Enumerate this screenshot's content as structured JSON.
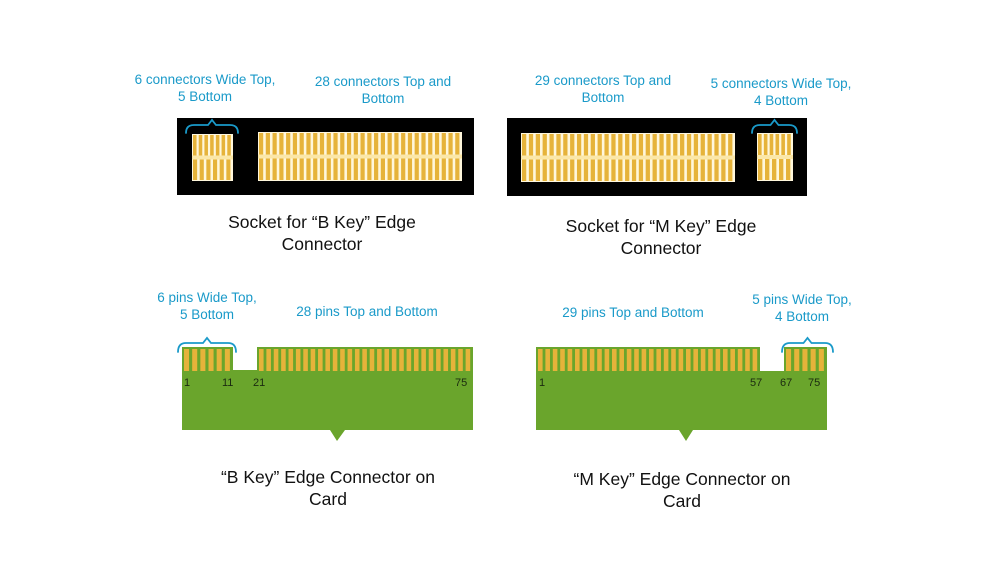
{
  "colors": {
    "annotation": "#1a9ac9",
    "caption": "#111111",
    "socket_body": "#000000",
    "contact": "#e6b33a",
    "contact_stripe": "#fbe7a8",
    "slot_bg": "#fff7dc",
    "pcb": "#6aa52c",
    "pin_label": "#1b2a10"
  },
  "sockets": {
    "b_key": {
      "caption": [
        "Socket for “B Key” Edge",
        "Connector"
      ],
      "narrow_label": [
        "6 connectors Wide Top,",
        "5 Bottom"
      ],
      "wide_label": [
        "28 connectors Top and",
        "Bottom"
      ]
    },
    "m_key": {
      "caption": [
        "Socket for “M Key” Edge",
        "Connector"
      ],
      "wide_label": [
        "29 connectors Top and",
        "Bottom"
      ],
      "narrow_label": [
        "5 connectors Wide Top,",
        "4 Bottom"
      ]
    }
  },
  "cards": {
    "b_key": {
      "caption": [
        "“B Key” Edge Connector on",
        "Card"
      ],
      "narrow_label": [
        "6 pins Wide Top,",
        "5 Bottom"
      ],
      "wide_label": "28 pins Top and Bottom",
      "pins": [
        "1",
        "11",
        "21",
        "75"
      ]
    },
    "m_key": {
      "caption": [
        "“M Key” Edge Connector on",
        "Card"
      ],
      "wide_label": "29 pins Top and Bottom",
      "narrow_label": [
        "5 pins Wide Top,",
        "4 Bottom"
      ],
      "pins": [
        "1",
        "57",
        "67",
        "75"
      ]
    }
  }
}
